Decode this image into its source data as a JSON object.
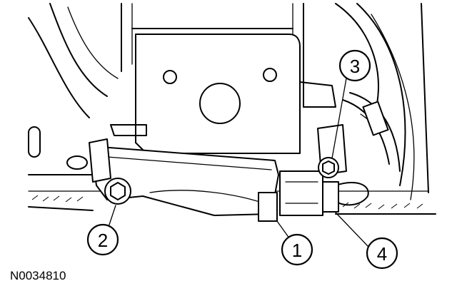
{
  "figure": {
    "id_text": "N0034810"
  },
  "callouts": [
    {
      "label": "1"
    },
    {
      "label": "2"
    },
    {
      "label": "3"
    },
    {
      "label": "4"
    }
  ]
}
